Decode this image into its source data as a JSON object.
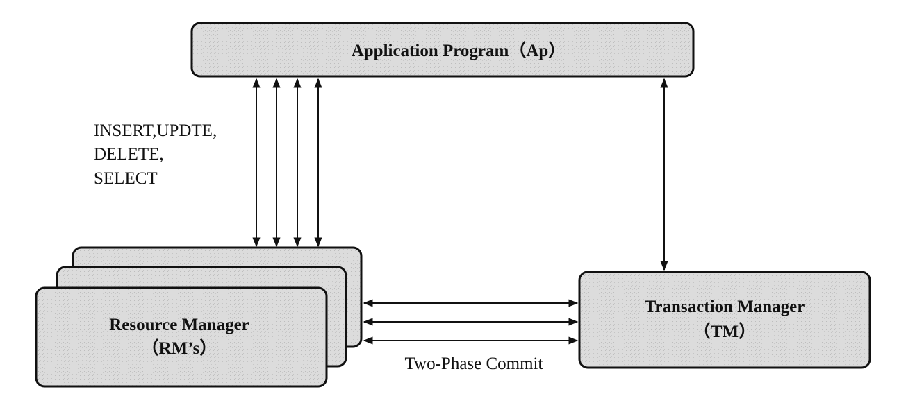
{
  "colors": {
    "box_fill": "#dcdcdc",
    "box_stroke": "#111111",
    "line": "#111111",
    "background": "#ffffff"
  },
  "app_program": {
    "label": "Application Program（Ap）"
  },
  "resource_manager": {
    "line1": "Resource Manager",
    "line2": "（RM’s）"
  },
  "transaction_manager": {
    "line1": "Transaction Manager",
    "line2": "（TM）"
  },
  "sql_ops": {
    "line1": "INSERT,UPDTE,",
    "line2": "DELETE,",
    "line3": "SELECT"
  },
  "two_phase_commit": {
    "label": "Two-Phase Commit"
  }
}
